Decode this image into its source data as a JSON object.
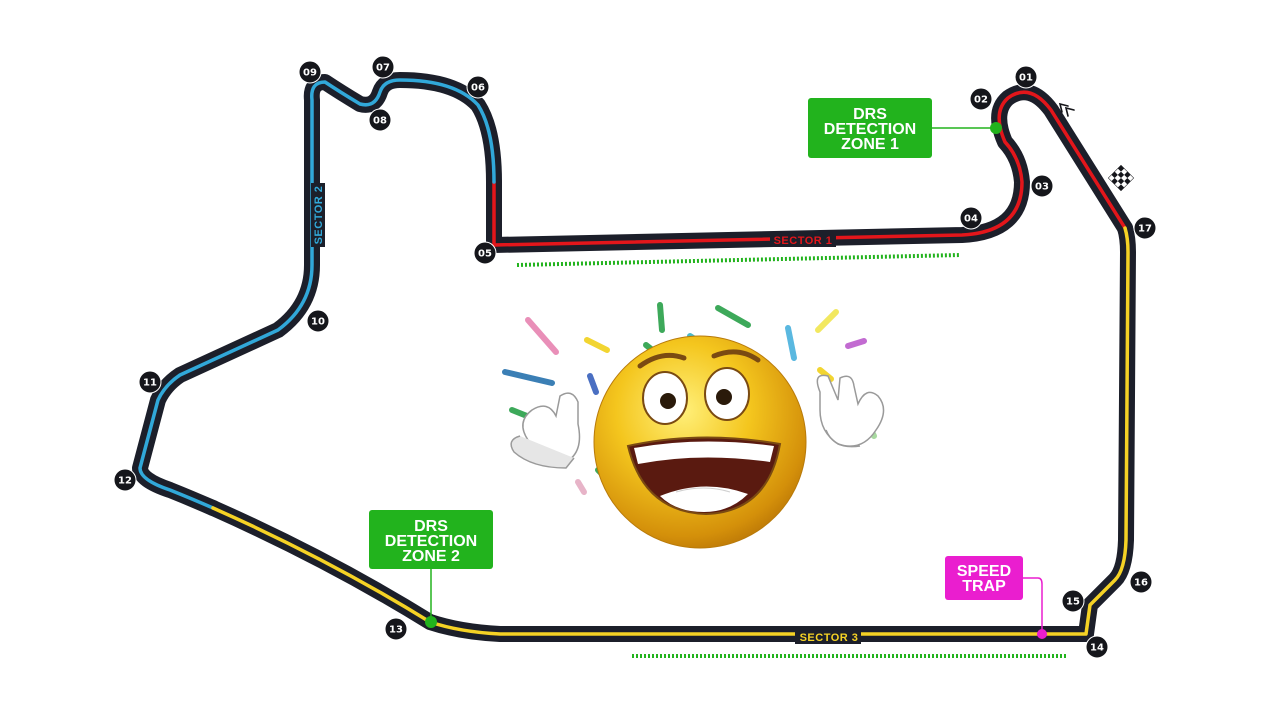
{
  "colors": {
    "track": "#1c1f2a",
    "sector1": "#e3161b",
    "sector2": "#31a8d9",
    "sector3": "#f5d225",
    "drs_zone": "#22b31d",
    "speed_trap": "#ea1ecf",
    "turn_marker": "#15161b"
  },
  "sectors": [
    {
      "id": "sector1",
      "label": "SECTOR 1"
    },
    {
      "id": "sector2",
      "label": "SECTOR 2"
    },
    {
      "id": "sector3",
      "label": "SECTOR 3"
    }
  ],
  "turns": [
    "01",
    "02",
    "03",
    "04",
    "05",
    "06",
    "07",
    "08",
    "09",
    "10",
    "11",
    "12",
    "13",
    "14",
    "15",
    "16",
    "17"
  ],
  "drs_zones": [
    {
      "lines": [
        "DRS",
        "DETECTION",
        "ZONE 1"
      ]
    },
    {
      "lines": [
        "DRS",
        "DETECTION",
        "ZONE 2"
      ]
    }
  ],
  "speed_trap": {
    "lines": [
      "SPEED",
      "TRAP"
    ]
  },
  "icons": [
    "chequered-flag-icon",
    "direction-chevrons-icon",
    "celebrating-emoji-image"
  ]
}
